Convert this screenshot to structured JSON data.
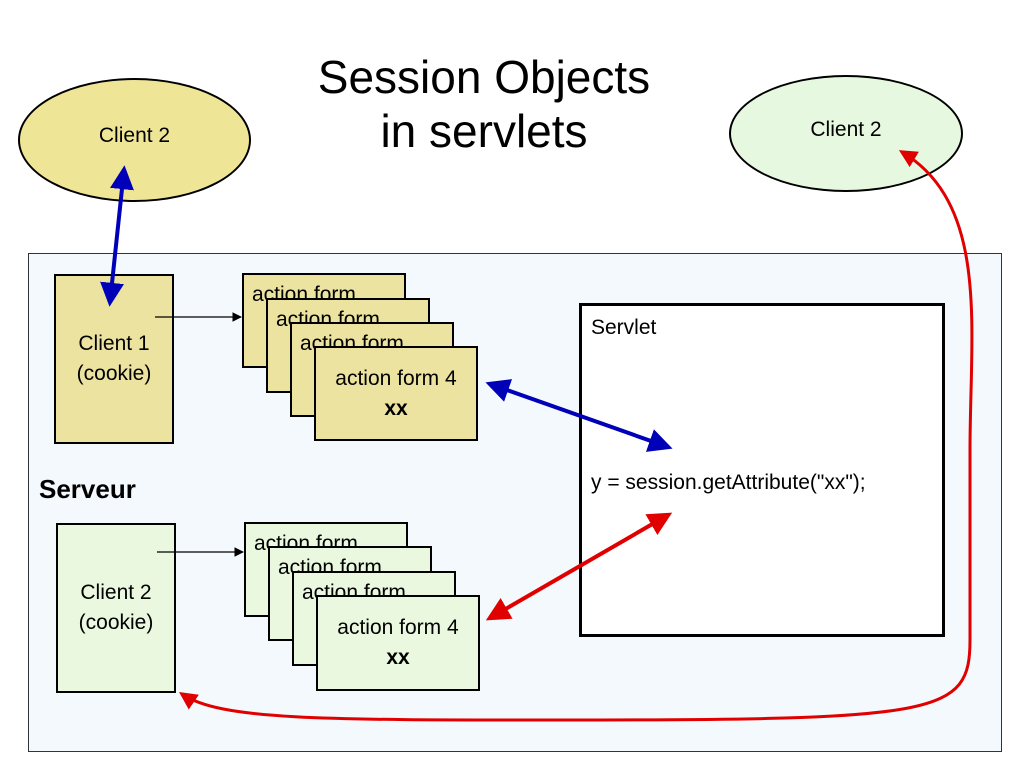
{
  "title": {
    "line1": "Session Objects",
    "line2": "in servlets"
  },
  "external_clients": {
    "left": {
      "label": "Client 2",
      "fill": "#efe597"
    },
    "right": {
      "label": "Client 2",
      "fill": "#e6f8df"
    }
  },
  "server": {
    "label": "Serveur",
    "client1": {
      "line1": "Client 1",
      "line2": "(cookie)"
    },
    "client2": {
      "line1": "Client 2",
      "line2": "(cookie)"
    },
    "stack_yellow": {
      "back_label": "action form",
      "front_line1": "action form 4",
      "front_line2": "xx"
    },
    "stack_green": {
      "back_label": "action form",
      "front_line1": "action form 4",
      "front_line2": "xx"
    },
    "servlet": {
      "label": "Servlet",
      "code": "y = session.getAttribute(\"xx\");"
    }
  },
  "colors": {
    "blue_arrow": "#0000b8",
    "red_arrow": "#e00000",
    "yellow_fill": "#ebe39f",
    "green_fill": "#eaf8df",
    "server_bg": "#f3f9fc"
  }
}
